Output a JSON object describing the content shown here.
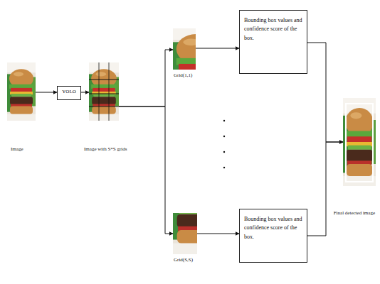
{
  "diagram": {
    "nodes": [
      {
        "text": [
          "Image"
        ]
      },
      {
        "text": [
          "YOLO"
        ]
      },
      {
        "text": [
          "Image with S*S grids"
        ]
      },
      {
        "text": [
          "Grid(1,1)"
        ]
      },
      {
        "text": [
          "Bounding box values and confidence score of the box."
        ]
      },
      {
        "text": [
          "Grid(S,S)"
        ]
      },
      {
        "text": [
          "Bounding box values and confidence score of the box."
        ]
      },
      {
        "text": [
          "Final detected image"
        ]
      }
    ],
    "edges": [
      {
        "from": 0,
        "to": 1,
        "arrow": "to"
      },
      {
        "from": 1,
        "to": 2,
        "arrow": "to"
      },
      {
        "from": 2,
        "to": 3,
        "arrow": "to"
      },
      {
        "from": 2,
        "to": 5,
        "arrow": "to"
      },
      {
        "from": 3,
        "to": 4,
        "arrow": "to"
      },
      {
        "from": 5,
        "to": 6,
        "arrow": "to"
      },
      {
        "from": 4,
        "to": 7,
        "arrow": "to"
      },
      {
        "from": 6,
        "to": 7,
        "arrow": "to"
      }
    ]
  }
}
